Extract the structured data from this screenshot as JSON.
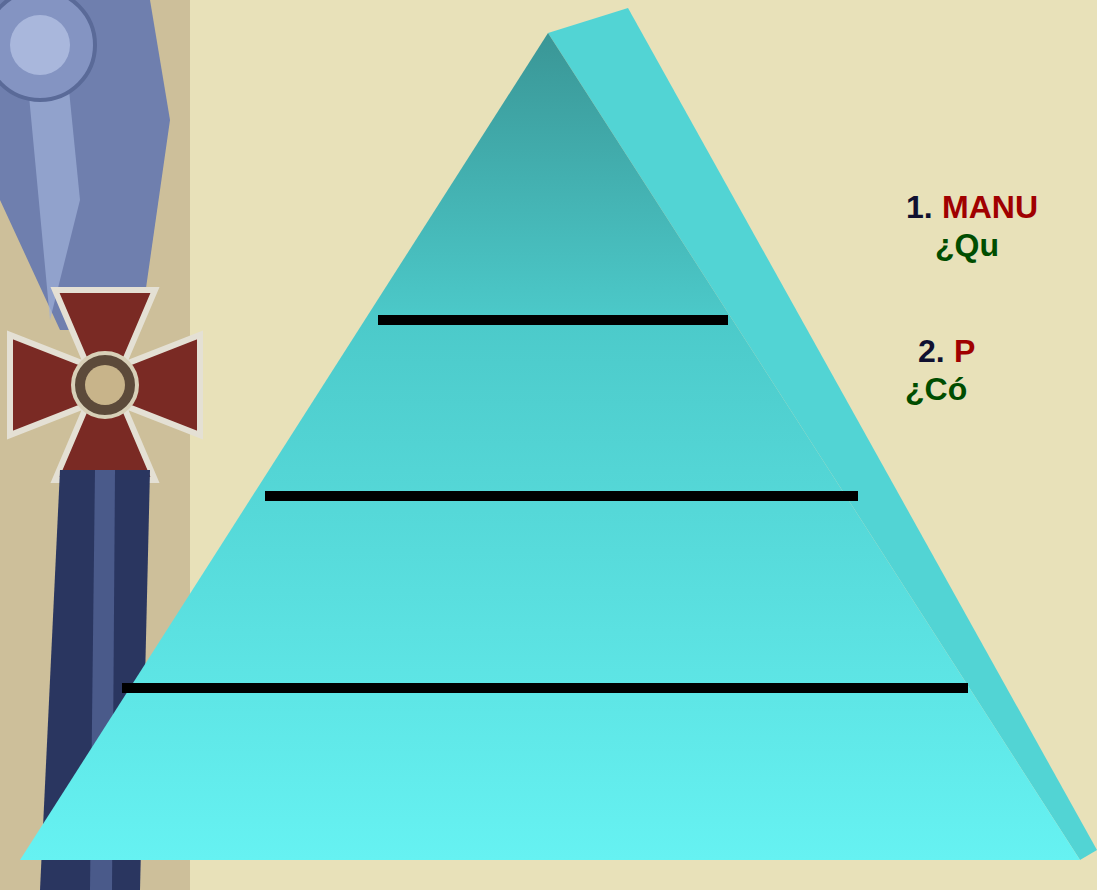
{
  "diagram": {
    "labels": [
      "1.",
      "MANU",
      "¿Qu",
      "2.",
      "P",
      "¿Có"
    ]
  }
}
